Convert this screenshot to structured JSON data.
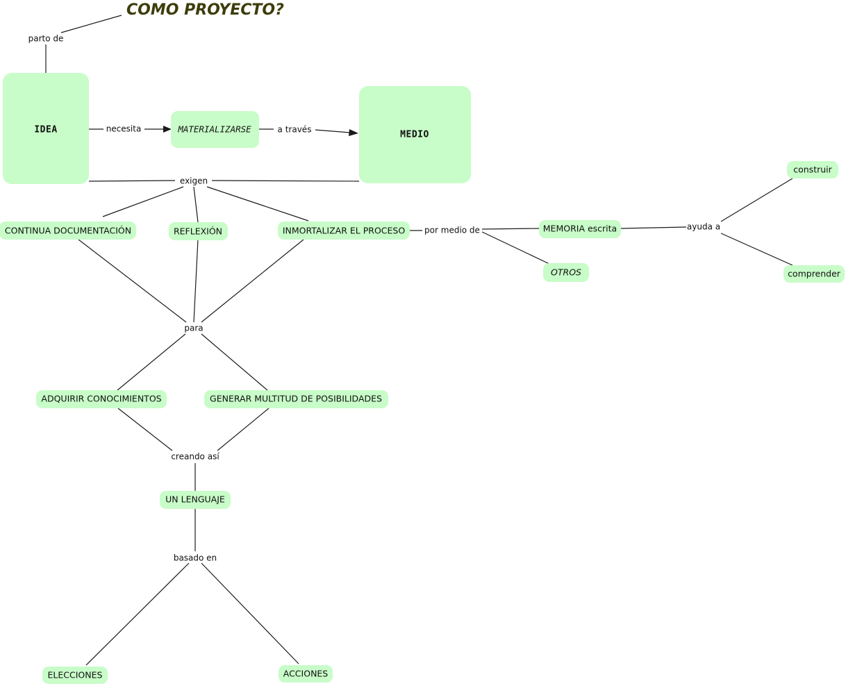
{
  "title": {
    "text": "COMO PROYECTO?",
    "color": "#3d3d0c"
  },
  "theme": {
    "node_fill": "#c8fcc8",
    "edge_color": "#1a1a1a",
    "text_color": "#101010",
    "background": "#ffffff"
  },
  "nodes": {
    "idea": "IDEA",
    "materializarse": "MATERIALIZARSE",
    "medio": "MEDIO",
    "continua_documentacion": "CONTINUA DOCUMENTACIÓN",
    "reflexion": "REFLEXIÓN",
    "inmortalizar": "INMORTALIZAR EL PROCESO",
    "memoria": "MEMORIA escrita",
    "otros": "OTROS",
    "construir": "construir",
    "comprender": "comprender",
    "adquirir": "ADQUIRIR CONOCIMIENTOS",
    "generar": "GENERAR MULTITUD DE POSIBILIDADES",
    "un_lenguaje": "UN LENGUAJE",
    "elecciones": "ELECCIONES",
    "acciones": "ACCIONES"
  },
  "link_labels": {
    "parto_de": "parto de",
    "necesita": "necesita",
    "a_traves": "a través",
    "exigen": "exigen",
    "por_medio_de": "por medio de",
    "ayuda_a": "ayuda a",
    "para": "para",
    "creando_asi": "creando así",
    "basado_en": "basado en"
  }
}
